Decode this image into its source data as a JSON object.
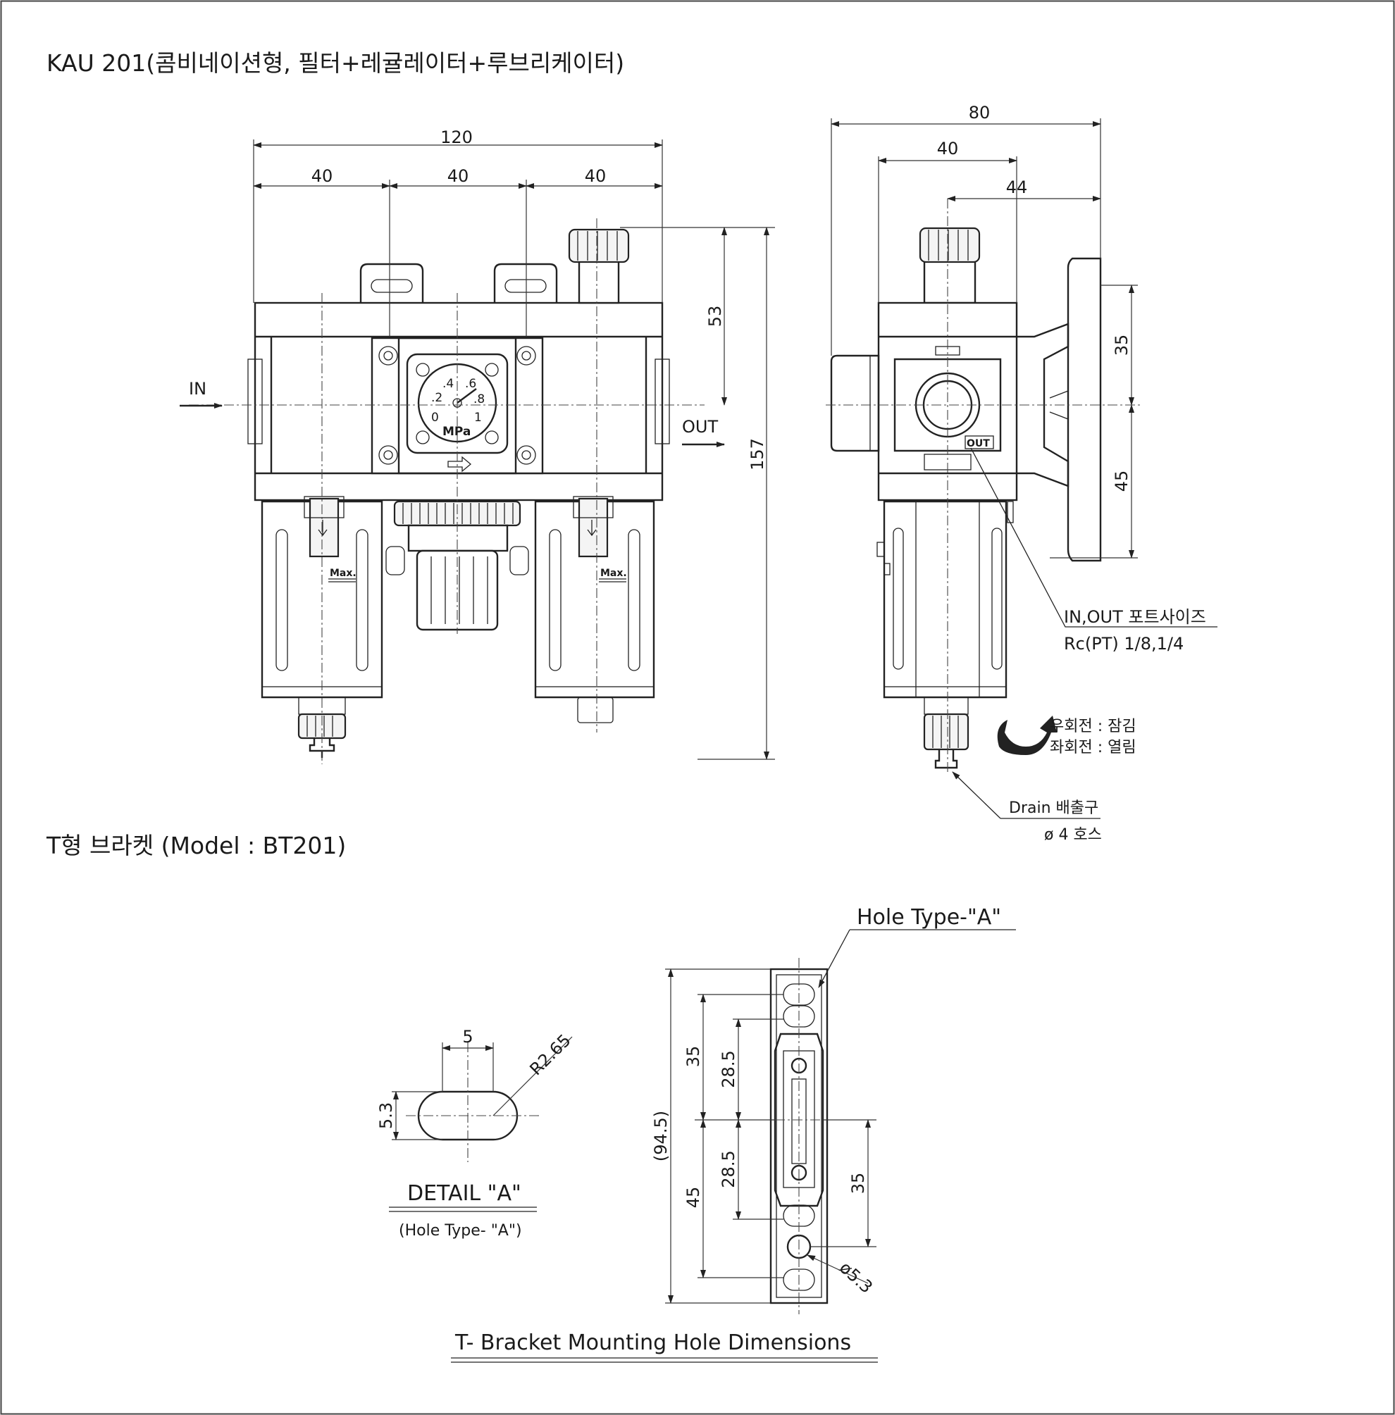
{
  "texts": {
    "title": "KAU 201(콤비네이션형, 필터+레귤레이터+루브리케이터)",
    "bracket_title": "T형 브라켓 (Model : BT201)",
    "label_in": "IN",
    "label_out": "OUT",
    "gauge_unit": "MPa",
    "gauge_ticks": [
      ".2",
      ".4",
      ".6",
      ".8",
      "1",
      "0"
    ],
    "bowl_max_left": "Max.",
    "bowl_max_right": "Max.",
    "side_out_tag": "OUT",
    "port_note_1": "IN,OUT 포트사이즈",
    "port_note_2": "Rc(PT)  1/8,1/4",
    "rotation_note_1": "우회전 : 잠김",
    "rotation_note_2": "좌회전 : 열림",
    "drain_note_1": "Drain 배출구",
    "drain_note_2": "ø 4 호스",
    "hole_type": "Hole Type-\"A\"",
    "detail_title": "DETAIL  \"A\"",
    "detail_sub": "(Hole Type-   \"A\")",
    "bracket_caption": "T- Bracket  Mounting Hole Dimensions"
  },
  "dims": {
    "front_total": "120",
    "front_w1": "40",
    "front_w2": "40",
    "front_w3": "40",
    "front_h_top": "53",
    "front_h_total": "157",
    "side_total": "80",
    "side_40": "40",
    "side_44": "44",
    "side_35": "35",
    "side_45": "45",
    "bracket_total": "(94.5)",
    "bracket_35a": "35",
    "bracket_285a": "28.5",
    "bracket_285b": "28.5",
    "bracket_45": "45",
    "bracket_35b": "35",
    "bracket_phi": "ø5.3",
    "detail_w": "5",
    "detail_r": "R2.65",
    "detail_h": "5.3"
  }
}
